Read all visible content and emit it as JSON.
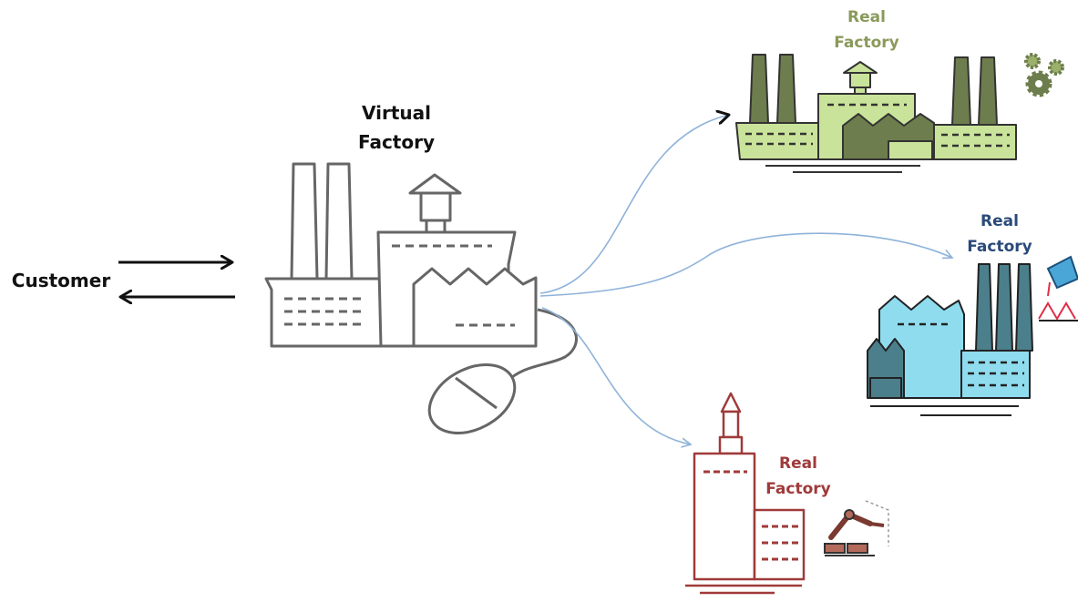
{
  "customer": {
    "label": "Customer"
  },
  "virtual_factory": {
    "line1": "Virtual",
    "line2": "Factory"
  },
  "real_factories": [
    {
      "line1": "Real",
      "line2": "Factory",
      "color": "#8a9a5b",
      "fill": "#c9e39a",
      "dark": "#6d7d4d",
      "icon": "gears-icon"
    },
    {
      "line1": "Real",
      "line2": "Factory",
      "color": "#2a4a7a",
      "fill": "#8fdcef",
      "dark": "#4c7f8c",
      "icon": "ladle-icon"
    },
    {
      "line1": "Real",
      "line2": "Factory",
      "color": "#a03a3a",
      "fill": "#ffffff",
      "dark": "#a03a3a",
      "icon": "robot-arm-icon"
    }
  ],
  "colors": {
    "line": "#555555",
    "arrow": "#8fb3d9",
    "customer_arrows": "#111111"
  }
}
